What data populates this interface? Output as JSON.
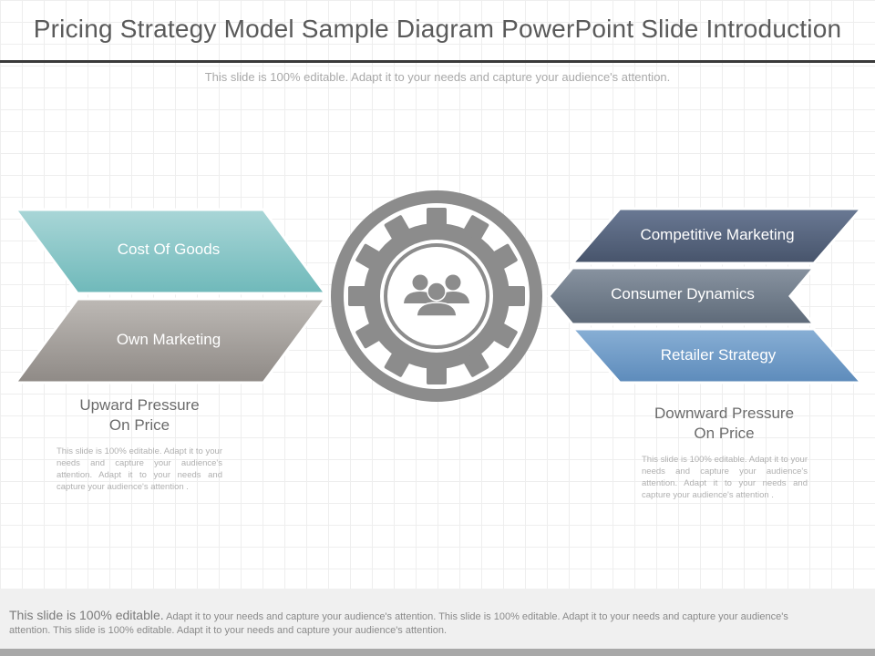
{
  "slide": {
    "title": "Pricing Strategy Model Sample Diagram PowerPoint Slide Introduction",
    "subtitle": "This slide is 100% editable. Adapt it to your needs and capture your audience's attention."
  },
  "left": {
    "arrows": [
      {
        "label": "Cost Of Goods",
        "color": "#7fc3c4"
      },
      {
        "label": "Own Marketing",
        "color": "#a29e9a"
      }
    ],
    "heading_line1": "Upward Pressure",
    "heading_line2": "On Price",
    "body": "This slide is 100% editable. Adapt it to your needs and capture your audience's attention. Adapt it to your needs and capture your audience's attention ."
  },
  "right": {
    "arrows": [
      {
        "label": "Competitive Marketing",
        "color": "#53627a"
      },
      {
        "label": "Consumer Dynamics",
        "color": "#6c7886"
      },
      {
        "label": "Retailer Strategy",
        "color": "#6c97c2"
      }
    ],
    "heading_line1": "Downward Pressure",
    "heading_line2": "On Price",
    "body": "This slide is 100% editable. Adapt it to your needs and capture your audience's attention. Adapt it to your needs and capture your audience's attention ."
  },
  "center": {
    "icon": "people-group-icon",
    "gear_color": "#8c8c8c"
  },
  "footer": {
    "lead": "This slide is 100% editable.",
    "text": " Adapt it to your needs and capture your audience's attention. This slide is 100% editable. Adapt it to your needs and capture your audience's attention. This slide is 100% editable. Adapt it to your needs and capture your audience's attention."
  }
}
